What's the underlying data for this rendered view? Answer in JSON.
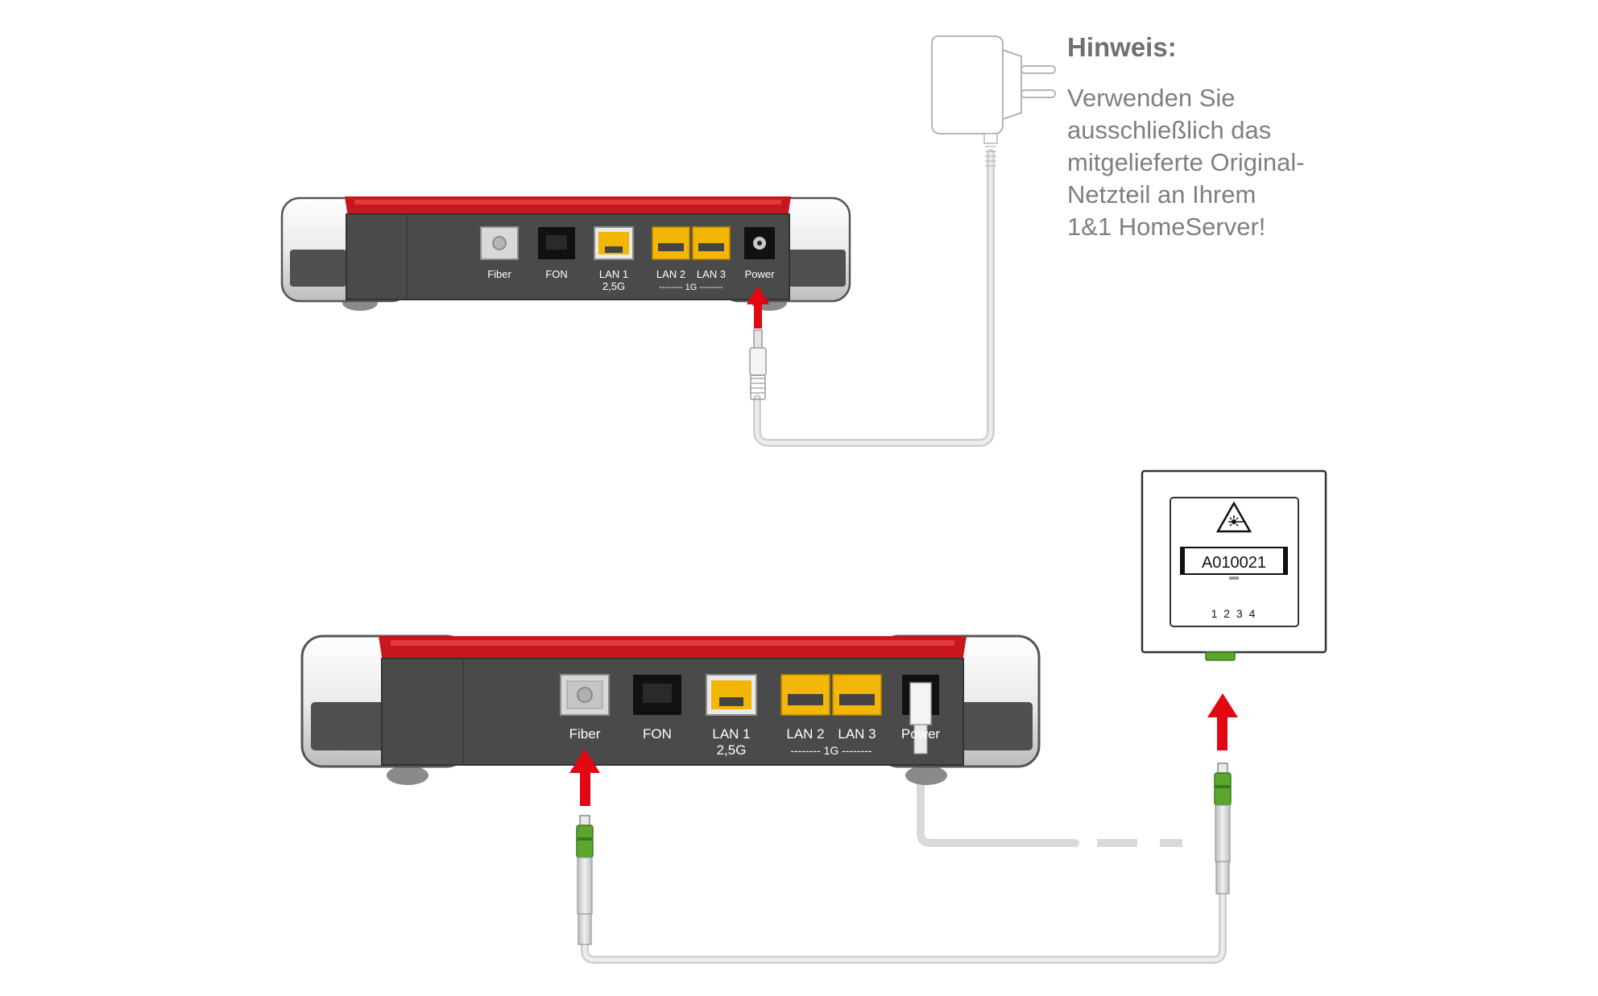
{
  "note": {
    "title": "Hinweis:",
    "lines": [
      "Verwenden Sie",
      "ausschließlich das",
      "mitgelieferte Original-",
      "Netzteil an Ihrem",
      "1&1 HomeServer!"
    ]
  },
  "router_top": {
    "port_labels": {
      "fiber": "Fiber",
      "fon": "FON",
      "lan1": "LAN 1",
      "lan1_speed": "2,5G",
      "lan2": "LAN 2",
      "lan3": "LAN 3",
      "group_speed": "-------- 1G --------",
      "power": "Power"
    }
  },
  "router_bottom": {
    "port_labels": {
      "fiber": "Fiber",
      "fon": "FON",
      "lan1": "LAN 1",
      "lan1_speed": "2,5G",
      "lan2": "LAN 2",
      "lan3": "LAN 3",
      "group_speed": "-------- 1G --------",
      "power": "Power"
    }
  },
  "fiber_outlet": {
    "label_id": "A010021",
    "port_numbers": "1 2 3 4"
  },
  "colors": {
    "router_red": "#c8161d",
    "router_body": "#4a4a4a",
    "lan_yellow": "#f2b705",
    "fiber_green": "#5aa62e",
    "arrow_red": "#e30613",
    "cable_gray": "#d9d9d9",
    "note_text": "#7f7f7f"
  },
  "icons": [
    "power-adapter-icon",
    "laser-warning-icon",
    "arrow-up-icon"
  ]
}
